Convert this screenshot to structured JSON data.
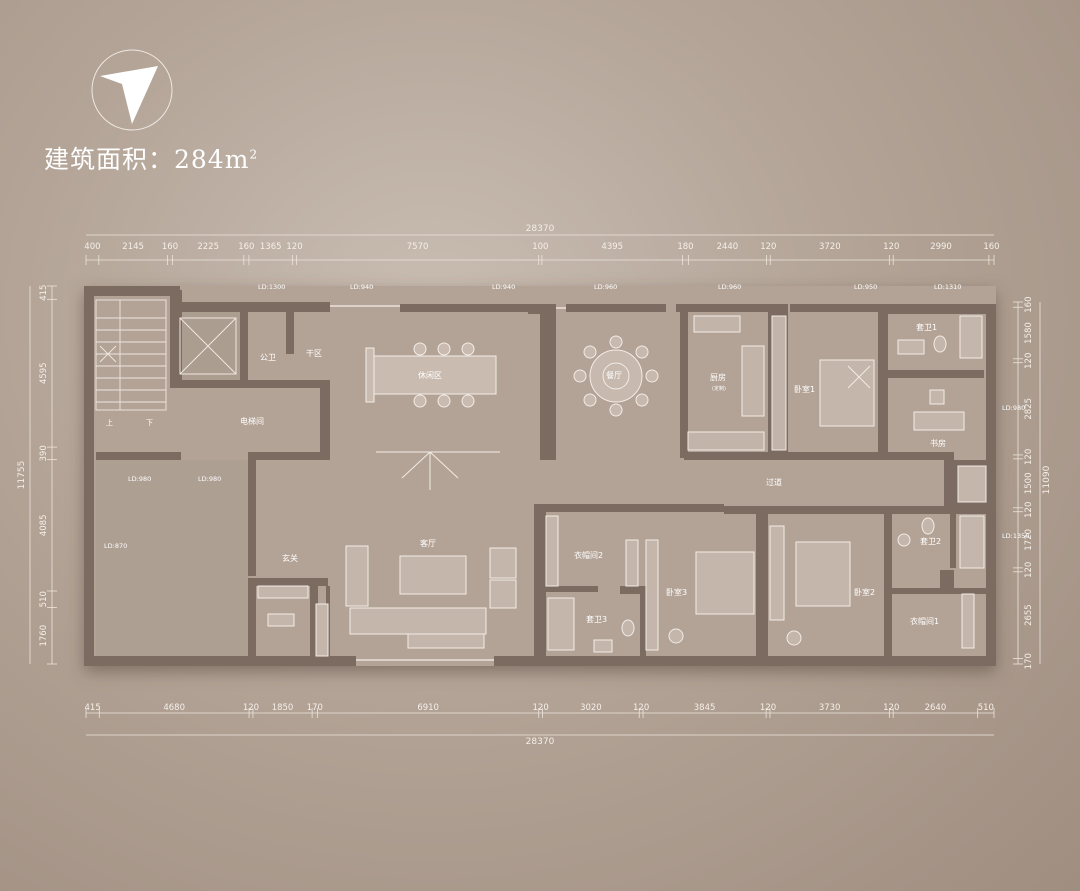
{
  "header": {
    "area_label": "建筑面积：284m",
    "area_unit_sup": "2"
  },
  "compass": {
    "icon": "north-arrow-icon"
  },
  "colors": {
    "wall": "#7a6a60",
    "wall_light": "#9a8a7f",
    "floor": "#b7a99d",
    "line": "#f2ece6",
    "dim": "#e8e0d8"
  },
  "dims_top": {
    "total": "28370",
    "segments": [
      "400",
      "2145",
      "160",
      "2225",
      "160",
      "1365",
      "120",
      "7570",
      "100",
      "4395",
      "180",
      "2440",
      "120",
      "3720",
      "120",
      "2990",
      "160"
    ]
  },
  "dims_bottom": {
    "total": "28370",
    "segments": [
      "415",
      "4680",
      "120",
      "1850",
      "170",
      "6910",
      "120",
      "3020",
      "120",
      "3845",
      "120",
      "3730",
      "120",
      "2640",
      "510"
    ]
  },
  "dims_left": {
    "total": "11755",
    "segments": [
      "415",
      "4595",
      "390",
      "4085",
      "510",
      "1760"
    ]
  },
  "dims_right": {
    "total": "11090",
    "segments": [
      "160",
      "1580",
      "120",
      "2825",
      "120",
      "1500",
      "120",
      "1720",
      "120",
      "2655",
      "170"
    ]
  },
  "rooms": {
    "public_wc": "公卫",
    "dry_area": "干区",
    "lounge": "休闲区",
    "elevator_hall": "电梯间",
    "dining": "餐厅",
    "kitchen": "厨房",
    "kitchen_sub": "(定制)",
    "bedroom1": "卧室1",
    "ensuite1": "套卫1",
    "study": "书房",
    "corridor": "过道",
    "entry": "玄关",
    "living": "客厅",
    "closet2": "衣帽间2",
    "bedroom3": "卧室3",
    "ensuite3": "套卫3",
    "bedroom2": "卧室2",
    "ensuite2": "套卫2",
    "closet1": "衣帽间1"
  },
  "stair_labels": {
    "up": "上",
    "down": "下"
  },
  "ld_labels": {
    "ld1300": "LD:1300",
    "ld940a": "LD:940",
    "ld940b": "LD:940",
    "ld960a": "LD:960",
    "ld960b": "LD:960",
    "ld950": "LD:950",
    "ld1310": "LD:1310",
    "ld980r": "LD:980",
    "ld1350": "LD:1350",
    "ld980a": "LD:980",
    "ld980b": "LD:980",
    "ld870": "LD:870"
  }
}
